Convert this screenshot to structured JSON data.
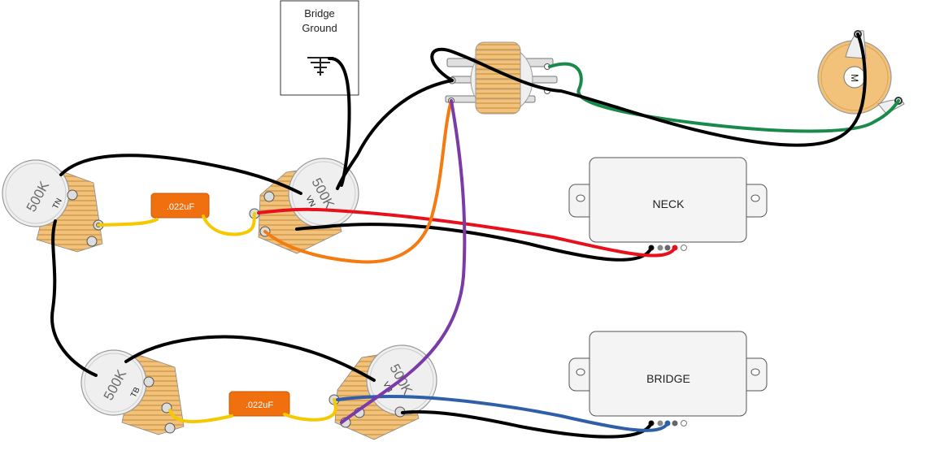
{
  "ground_box": {
    "line1": "Bridge",
    "line2": "Ground"
  },
  "pickups": {
    "neck": {
      "label": "NECK"
    },
    "bridge": {
      "label": "BRIDGE"
    }
  },
  "pots": {
    "tone_neck": {
      "value": "500K",
      "code": "TN"
    },
    "volume_neck": {
      "value": "500K",
      "code": "VN"
    },
    "tone_bridge": {
      "value": "500K",
      "code": "TB"
    },
    "volume_bridge": {
      "value": "500K",
      "code": "VB"
    }
  },
  "capacitors": {
    "neck": {
      "label": ".022uF"
    },
    "bridge": {
      "label": ".022uF"
    }
  },
  "jack": {
    "label": "M"
  },
  "colors": {
    "pot_body": "#f2c27a",
    "pot_face": "#efefef",
    "capacitor": "#f07010",
    "wire_black": "#000000",
    "wire_red": "#e8101c",
    "wire_yellow": "#f5c800",
    "wire_orange": "#f57a10",
    "wire_purple": "#7a3aa8",
    "wire_blue": "#2f5fa8",
    "wire_green": "#1a8a4a"
  }
}
